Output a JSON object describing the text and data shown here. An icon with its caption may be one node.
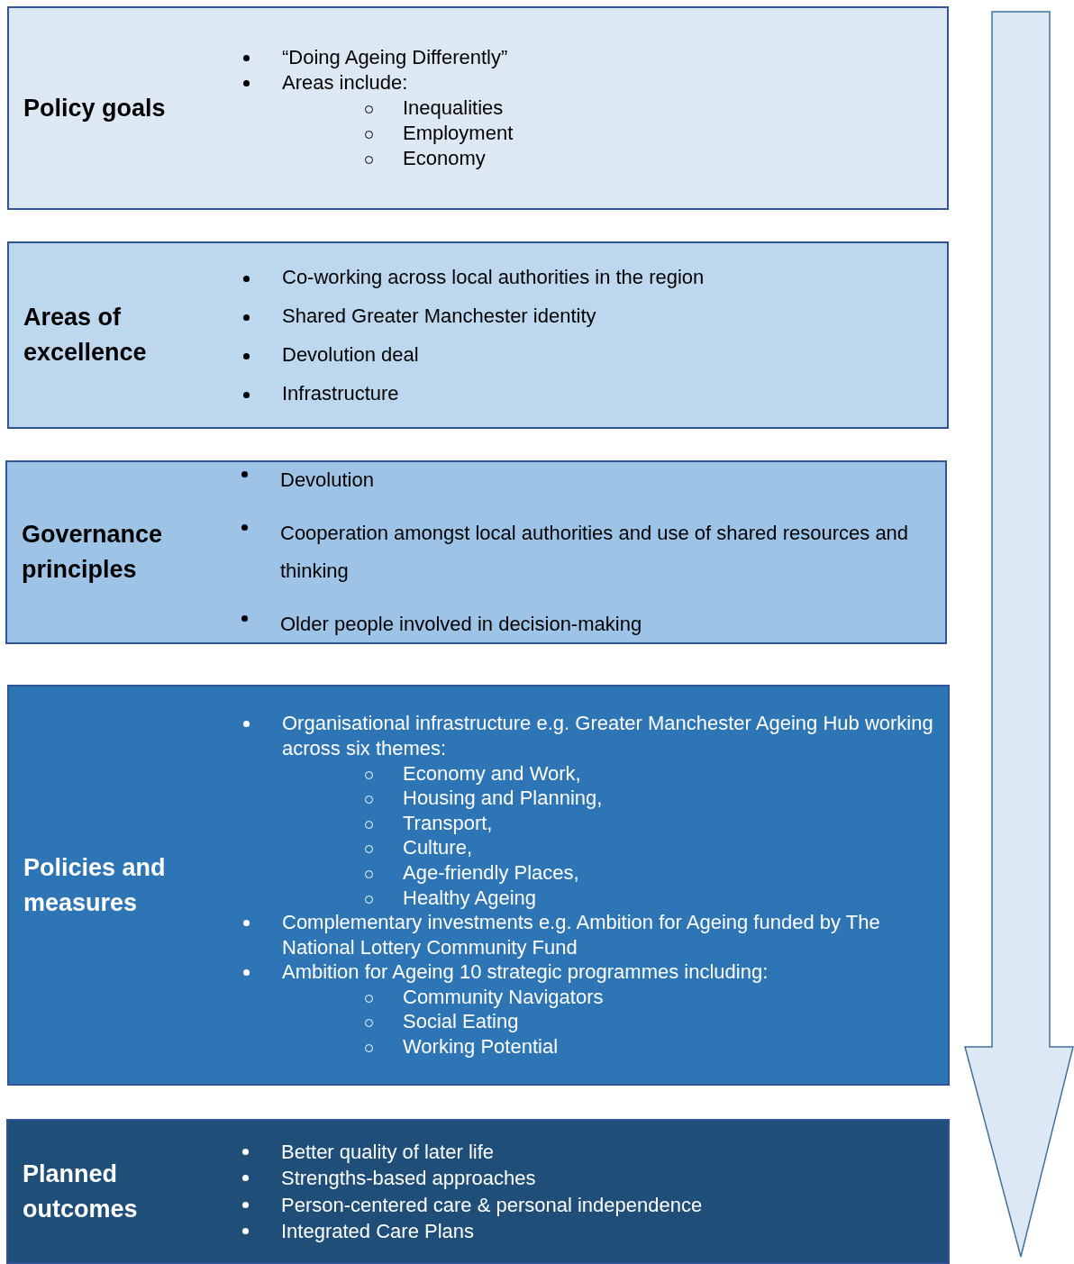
{
  "diagram": {
    "nodes": [
      {
        "text": [
          "Policy goals",
          "“Doing Ageing Differently”",
          "Areas include:",
          "Inequalities",
          "Employment",
          "Economy"
        ]
      },
      {
        "text": [
          "Areas of excellence",
          "Co-working across local authorities in the region",
          "Shared Greater Manchester identity",
          "Devolution deal",
          "Infrastructure"
        ]
      },
      {
        "text": [
          "Governance principles",
          "Devolution",
          "Cooperation amongst local authorities and use of shared resources and thinking",
          "Older people involved in decision-making"
        ]
      },
      {
        "text": [
          "Policies and measures",
          "Organisational infrastructure e.g. Greater Manchester Ageing Hub working across six themes:",
          "Economy and Work,",
          "Housing and Planning,",
          "Transport,",
          "Culture,",
          "Age-friendly Places,",
          "Healthy Ageing",
          "Complementary investments e.g. Ambition for Ageing funded by The National Lottery Community Fund",
          "Ambition for Ageing 10 strategic programmes including:",
          "Community Navigators",
          "Social Eating",
          "Working Potential"
        ]
      },
      {
        "text": [
          "Planned outcomes",
          "Better quality of later life",
          "Strengths-based approaches",
          "Person-centered care & personal independence",
          "Integrated Care Plans"
        ]
      }
    ]
  }
}
